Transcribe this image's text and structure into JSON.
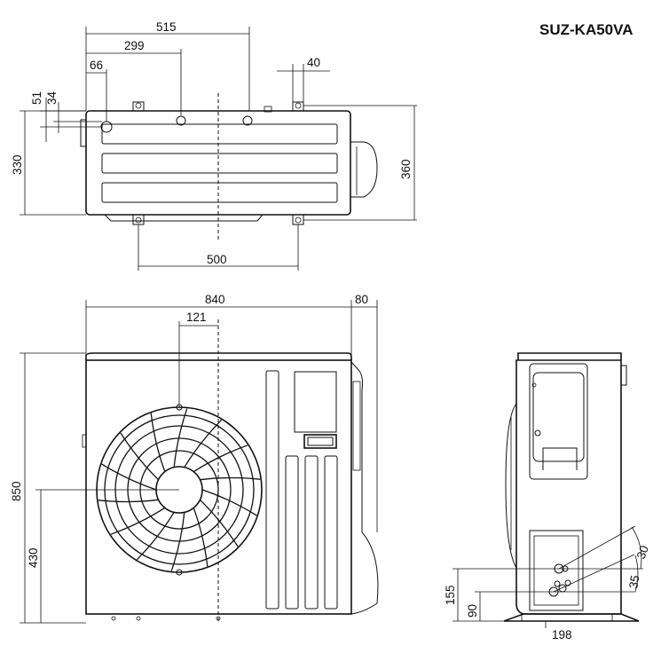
{
  "model": "SUZ-KA50VA",
  "dimensions": {
    "top_view": {
      "width_515": "515",
      "width_299": "299",
      "width_66": "66",
      "width_40": "40",
      "height_51": "51",
      "height_34": "34",
      "height_330": "330",
      "height_360": "360",
      "width_500": "500"
    },
    "front_view": {
      "width_840": "840",
      "depth_80": "80",
      "offset_121": "121",
      "height_850": "850",
      "height_430": "430"
    },
    "side_view": {
      "height_155": "155",
      "height_90": "90",
      "angle_30": "30",
      "angle_35": "35",
      "width_198": "198"
    }
  }
}
